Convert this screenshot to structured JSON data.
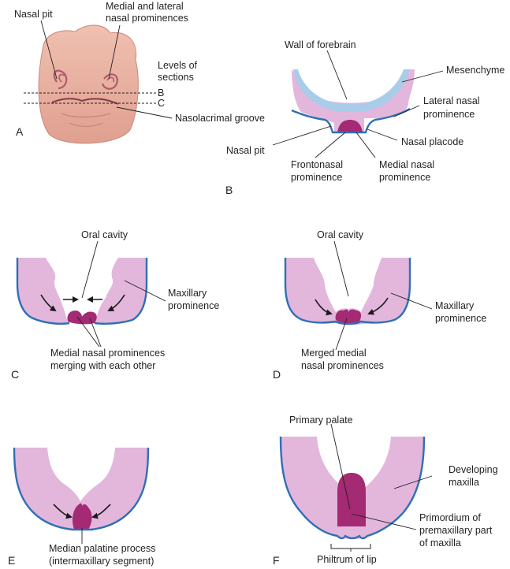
{
  "colors": {
    "mesenchyme": "#e3b6dc",
    "ectoderm": "#2f6fb5",
    "forebrain_wall": "#a9cde9",
    "prominence": "#a32a73",
    "embryo_skin": "#ebb2a2"
  },
  "panel_a": {
    "letter": "A",
    "nasal_pit": "Nasal pit",
    "medial_lateral_line1": "Medial and lateral",
    "medial_lateral_line2": "nasal prominences",
    "levels_line1": "Levels of",
    "levels_line2": "sections",
    "level_b": "B",
    "level_c": "C",
    "nasolacrimal": "Nasolacrimal groove"
  },
  "panel_b": {
    "letter": "B",
    "wall_of_forebrain": "Wall of forebrain",
    "mesenchyme": "Mesenchyme",
    "lateral_nasal_line1": "Lateral nasal",
    "lateral_nasal_line2": "prominence",
    "nasal_placode": "Nasal placode",
    "nasal_pit": "Nasal pit",
    "frontonasal_line1": "Frontonasal",
    "frontonasal_line2": "prominence",
    "medial_nasal_line1": "Medial nasal",
    "medial_nasal_line2": "prominence"
  },
  "panel_c": {
    "letter": "C",
    "oral_cavity": "Oral cavity",
    "maxillary_line1": "Maxillary",
    "maxillary_line2": "prominence",
    "merging_line1": "Medial nasal prominences",
    "merging_line2": "merging with each other"
  },
  "panel_d": {
    "letter": "D",
    "oral_cavity": "Oral cavity",
    "maxillary_line1": "Maxillary",
    "maxillary_line2": "prominence",
    "merged_line1": "Merged medial",
    "merged_line2": "nasal prominences"
  },
  "panel_e": {
    "letter": "E",
    "median_line1": "Median palatine process",
    "median_line2": "(intermaxillary segment)"
  },
  "panel_f": {
    "letter": "F",
    "primary_palate": "Primary palate",
    "developing_line1": "Developing",
    "developing_line2": "maxilla",
    "primordium_line1": "Primordium of",
    "primordium_line2": "premaxillary part",
    "primordium_line3": "of maxilla",
    "philtrum": "Philtrum of lip"
  }
}
